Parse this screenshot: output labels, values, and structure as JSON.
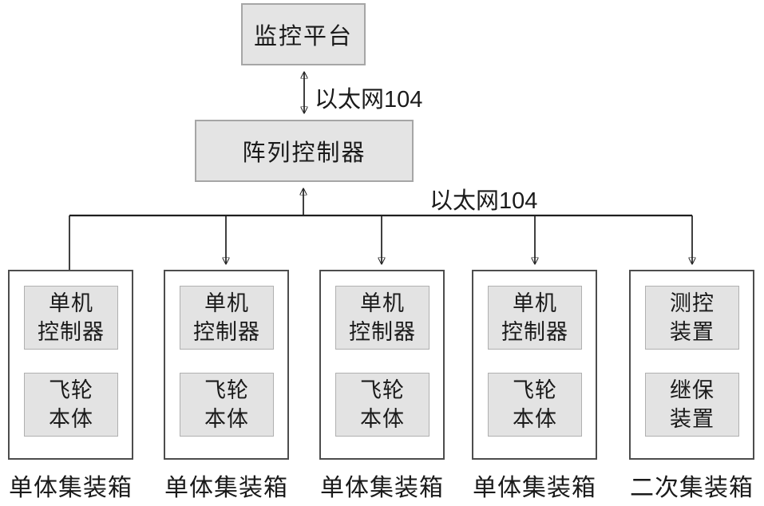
{
  "diagram": {
    "top_box": "监控平台",
    "controller_box": "阵列控制器",
    "ethernet_labels": [
      "以太网104",
      "以太网104"
    ],
    "containers": [
      {
        "unit_line1": "单机",
        "unit_line2": "控制器",
        "body_line1": "飞轮",
        "body_line2": "本体",
        "caption": "单体集装箱"
      },
      {
        "unit_line1": "单机",
        "unit_line2": "控制器",
        "body_line1": "飞轮",
        "body_line2": "本体",
        "caption": "单体集装箱"
      },
      {
        "unit_line1": "单机",
        "unit_line2": "控制器",
        "body_line1": "飞轮",
        "body_line2": "本体",
        "caption": "单体集装箱"
      },
      {
        "unit_line1": "单机",
        "unit_line2": "控制器",
        "body_line1": "飞轮",
        "body_line2": "本体",
        "caption": "单体集装箱"
      },
      {
        "unit_line1": "测控",
        "unit_line2": "装置",
        "body_line1": "继保",
        "body_line2": "装置",
        "caption": "二次集装箱"
      }
    ],
    "colors": {
      "box_fill": "#e4e4e4",
      "box_border": "#a6a6a6",
      "container_border": "#4d4d4d",
      "line_color": "#1f1f1f",
      "text_color": "#1a1a1a",
      "background": "#ffffff"
    }
  }
}
